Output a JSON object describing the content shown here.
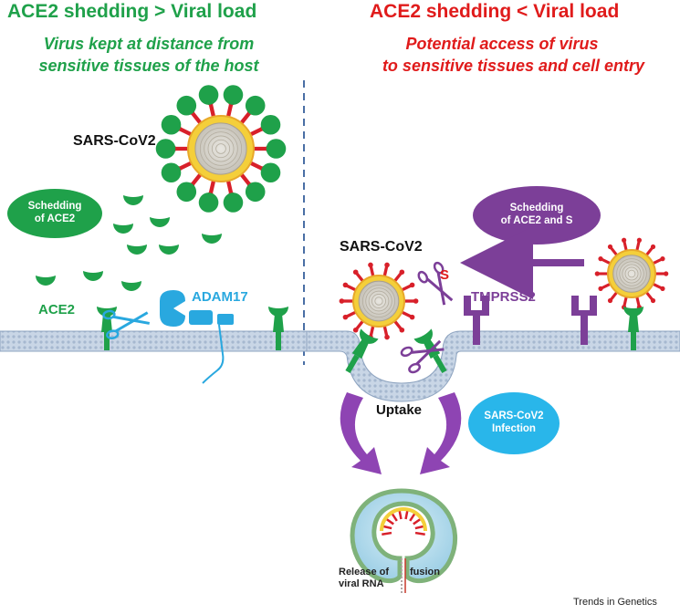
{
  "left_panel": {
    "title": "ACE2 shedding > Viral load",
    "subtitle_line1": "Virus kept at distance from",
    "subtitle_line2": "sensitive tissues of the host",
    "virus_label": "SARS-CoV2",
    "shedding_line1": "Schedding",
    "shedding_line2": "of ACE2",
    "ace2_label": "ACE2",
    "adam17_label": "ADAM17"
  },
  "right_panel": {
    "title": "ACE2 shedding < Viral load",
    "subtitle_line1": "Potential access of virus",
    "subtitle_line2": "to sensitive tissues and cell entry",
    "virus_label": "SARS-CoV2",
    "shedding_line1": "Schedding",
    "shedding_line2": "of ACE2 and S",
    "s_label": "S",
    "tmprss2_label": "TMPRSS2",
    "uptake_label": "Uptake",
    "infection_line1": "SARS-CoV2",
    "infection_line2": "Infection",
    "release_line1": "Release of",
    "release_line2": "viral RNA",
    "fusion_label": "fusion"
  },
  "credit": "Trends in Genetics",
  "colors": {
    "green": "#1fa14a",
    "red": "#e01b1b",
    "blue": "#29a8df",
    "purple": "#7c3f98",
    "membrane": "#b5c7dc"
  }
}
